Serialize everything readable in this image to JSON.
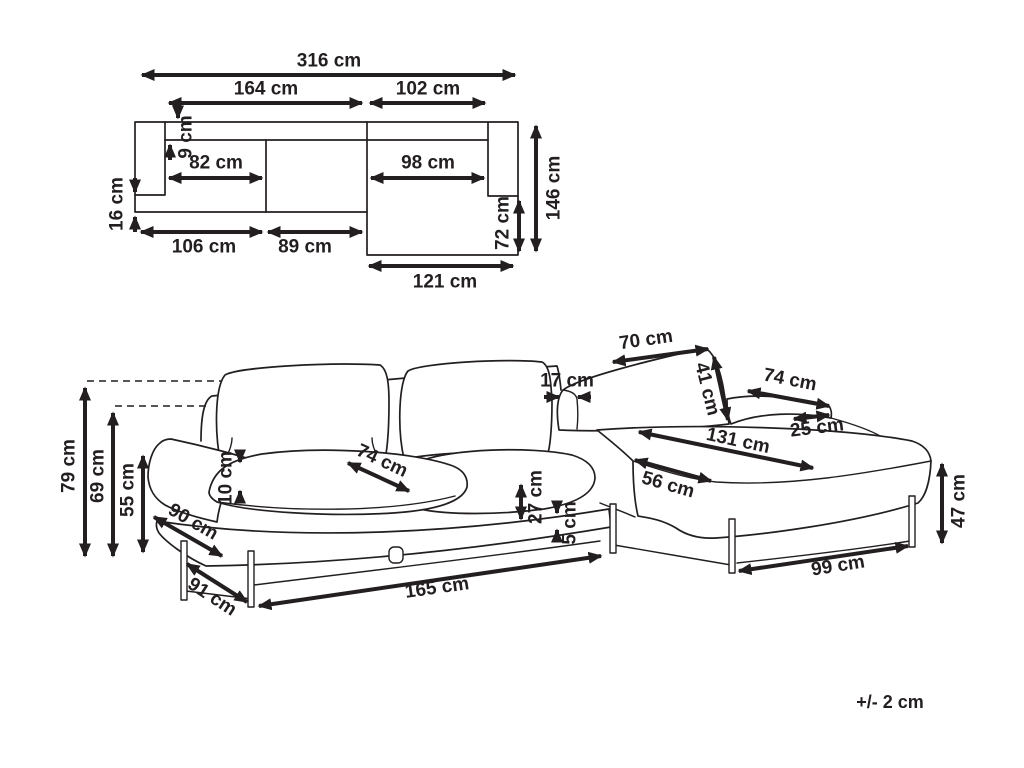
{
  "diagram": {
    "background": "#ffffff",
    "ink": "#231f20",
    "tolerance_note": "+/- 2 cm"
  },
  "top_view": {
    "name": "sofa plan view schematic",
    "dims": {
      "total_width": "316 cm",
      "left_section_width": "164 cm",
      "right_section_width": "102 cm",
      "back_depth": "9 cm",
      "left_seat_width": "82 cm",
      "chaise_seat_width": "98 cm",
      "arm_front_gap": "16 cm",
      "total_depth": "146 cm",
      "chaise_extension": "72 cm",
      "front_left_width": "106 cm",
      "front_mid_width": "89 cm",
      "chaise_width": "121 cm"
    }
  },
  "perspective_view": {
    "name": "sofa perspective drawing",
    "dims": {
      "height_total": "79 cm",
      "height_backrest": "69 cm",
      "height_armrest": "55 cm",
      "arm_pad_step": "10 cm",
      "side_depth_top": "90 cm",
      "side_depth_base": "91 cm",
      "seat_cushion_width": "74 cm",
      "front_length": "165 cm",
      "seat_thickness": "27 cm",
      "base_reveal": "5 cm",
      "back_cushion_thickness": "17 cm",
      "chaise_back_width": "70 cm",
      "chaise_back_height": "41 cm",
      "chaise_arm_length": "74 cm",
      "chaise_arm_width": "25 cm",
      "chaise_length": "131 cm",
      "chaise_seat_width": "56 cm",
      "chaise_height": "47 cm",
      "chaise_base_length": "99 cm"
    }
  }
}
